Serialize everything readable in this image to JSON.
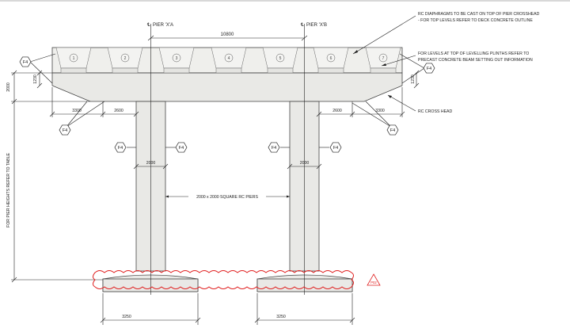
{
  "labels": {
    "pier_a": "PIER 'X'A",
    "pier_b": "PIER 'X'B",
    "pier_spacing": "10800",
    "note_diaphragms_1": "RC DIAPHRAGMS TO BE CAST ON TOP OF PIER CROSSHEAD",
    "note_diaphragms_2": "- FOR TOP LEVELS REFER TO DECK CONCRETE OUTLINE",
    "note_levels_1": "FOR LEVELS AT TOP OF LEVELLING PLINTHS REFER TO",
    "note_levels_2": "PRECAST CONCRETE BEAM SETTING OUT INFORMATION",
    "crosshead": "RC CROSS HEAD",
    "piers": "2000 x 2000 SQUARE RC PIERS",
    "pier_heights": "FOR PIER HEIGHTS REFER TO TABLE",
    "dim_crosshead_depth": "2000",
    "dim_left_1230": "1230",
    "dim_right_1230": "1230",
    "dim_left_3300": "3300",
    "dim_left_2600": "2600",
    "dim_right_2600": "2600",
    "dim_right_3300": "3300",
    "dim_pier_a_width": "2000",
    "dim_pier_b_width": "2000",
    "dim_footing_a": "3250",
    "dim_footing_b": "3250",
    "revision_tag": "P02"
  },
  "finish_tag": "F4",
  "beams": [
    "1",
    "2",
    "3",
    "4",
    "5",
    "6",
    "7"
  ],
  "colors": {
    "concrete": "#e9e9e6",
    "linework": "#222222",
    "revision_cloud": "#e02020"
  }
}
